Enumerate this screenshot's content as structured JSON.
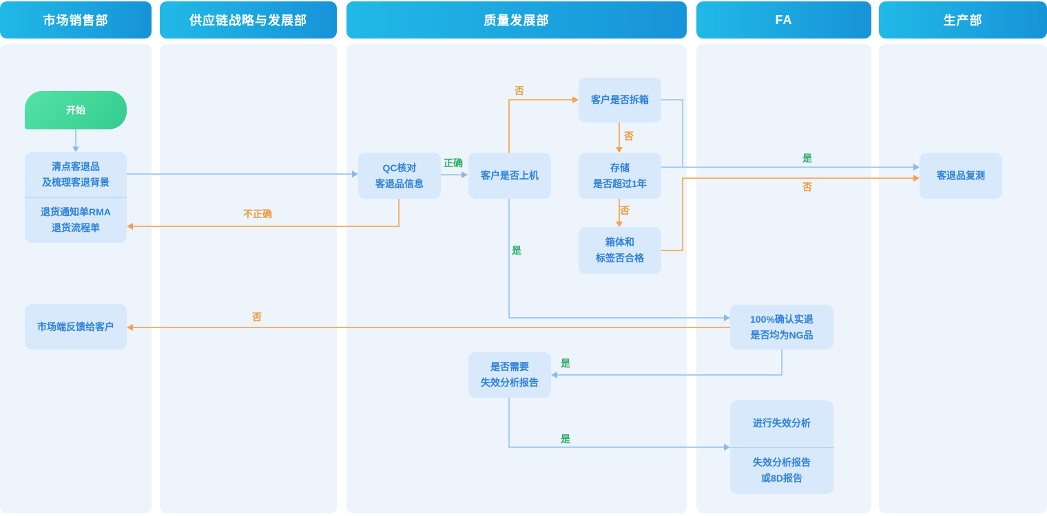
{
  "lanes": [
    {
      "label": "市场销售部"
    },
    {
      "label": "供应链战略与发展部"
    },
    {
      "label": "质量发展部"
    },
    {
      "label": "FA"
    },
    {
      "label": "生产部"
    }
  ],
  "nodes": {
    "start": {
      "label": "开始"
    },
    "count_returns": {
      "line1": "清点客退品",
      "line2": "及梳理客退背景"
    },
    "rma": {
      "line1": "退货通知单RMA",
      "line2": "退货流程单"
    },
    "qc_verify": {
      "line1": "QC核对",
      "line2": "客退品信息"
    },
    "customer_used": {
      "label": "客户是否上机"
    },
    "customer_unboxed": {
      "label": "客户是否拆箱"
    },
    "storage": {
      "line1": "存储",
      "line2": "是否超过1年"
    },
    "box_label": {
      "line1": "箱体和",
      "line2": "标签否合格"
    },
    "confirm_ng": {
      "line1": "100%确认实退",
      "line2": "是否均为NG品"
    },
    "market_feedback": {
      "label": "市场端反馈给客户"
    },
    "need_fa_report": {
      "line1": "是否需要",
      "line2": "失效分析报告"
    },
    "do_fa": {
      "label": "进行失效分析"
    },
    "fa_report": {
      "line1": "失效分析报告",
      "line2": "或8D报告"
    },
    "retest": {
      "label": "客退品复测"
    }
  },
  "edge_labels": {
    "correct": "正确",
    "incorrect": "不正确",
    "yes": "是",
    "no": "否"
  },
  "colors": {
    "header_gradient_start": "#21b9e7",
    "header_gradient_end": "#1793d8",
    "lane_bg": "#edf4fc",
    "node_bg": "#d7e9fb",
    "node_text": "#2e81d6",
    "start_gradient_start": "#55e2a7",
    "start_gradient_end": "#33cc8e",
    "line_blue": "#a9ccf0",
    "line_orange": "#f6b168",
    "label_green": "#2fae68",
    "label_orange": "#f0983a"
  }
}
